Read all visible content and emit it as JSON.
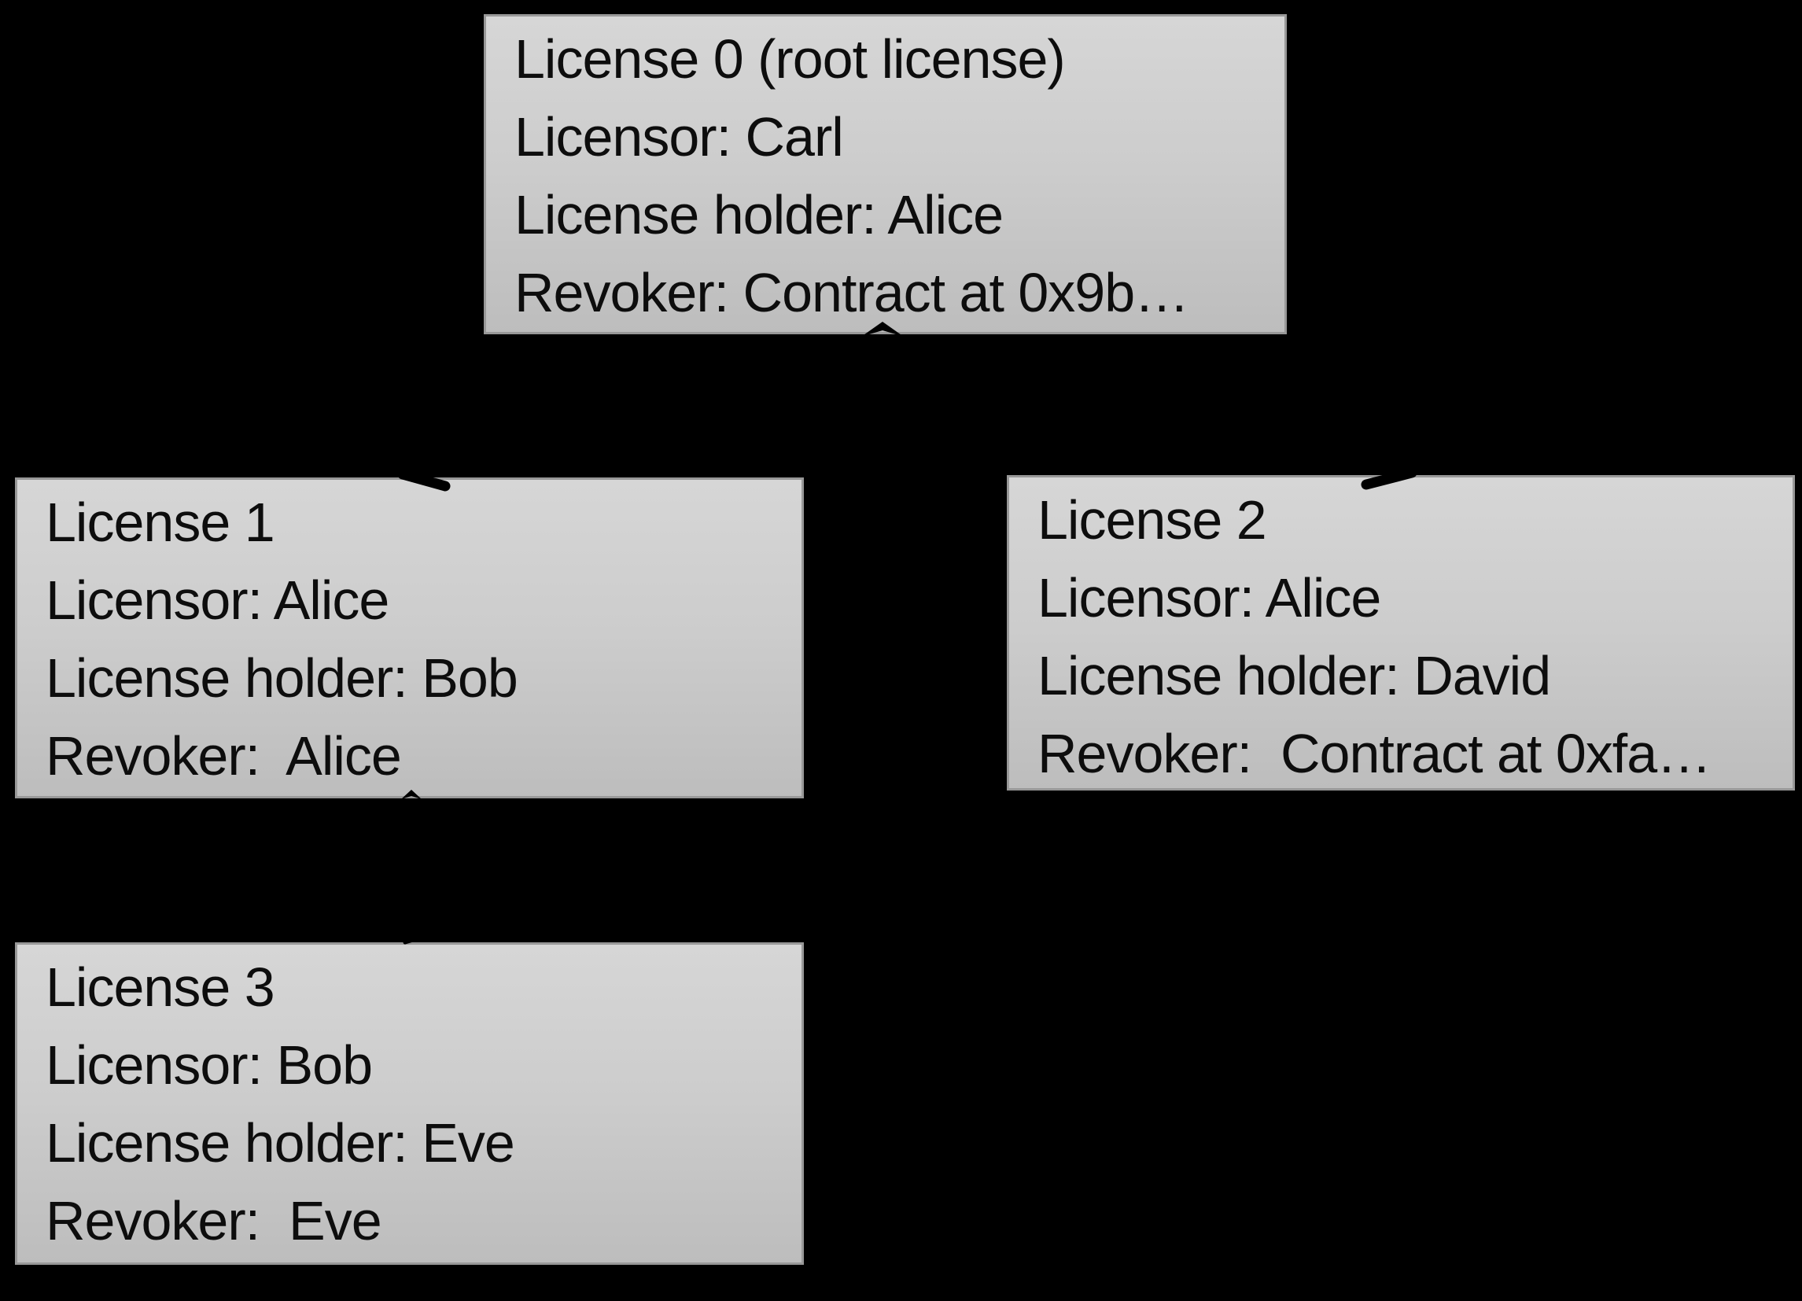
{
  "diagram": {
    "background_color": "#000000",
    "box_fill_top": "#d6d6d6",
    "box_fill_bottom": "#bdbdbd",
    "box_border_color": "#989898",
    "text_color": "#0d0d0d",
    "connector_color": "#000000"
  },
  "nodes": [
    {
      "id": "license-0",
      "lines": [
        "License 0 (root license)",
        "Licensor: Carl",
        "License holder: Alice",
        "Revoker: Contract at 0x9b…"
      ]
    },
    {
      "id": "license-1",
      "lines": [
        "License 1",
        "Licensor: Alice",
        "License holder: Bob",
        "Revoker:  Alice"
      ]
    },
    {
      "id": "license-2",
      "lines": [
        "License 2",
        "Licensor: Alice",
        "License holder: David",
        "Revoker:  Contract at 0xfa…"
      ]
    },
    {
      "id": "license-3",
      "lines": [
        "License 3",
        "Licensor: Bob",
        "License holder: Eve",
        "Revoker:  Eve"
      ]
    }
  ],
  "edges": [
    {
      "from": "license-1",
      "to": "license-0",
      "arrowhead_at": "license-0-bottom-center"
    },
    {
      "from": "license-2",
      "to": "license-0",
      "arrowhead_at": "license-0-bottom-center"
    },
    {
      "from": "license-3",
      "to": "license-1",
      "arrowhead_at": "license-1-bottom-center"
    }
  ]
}
